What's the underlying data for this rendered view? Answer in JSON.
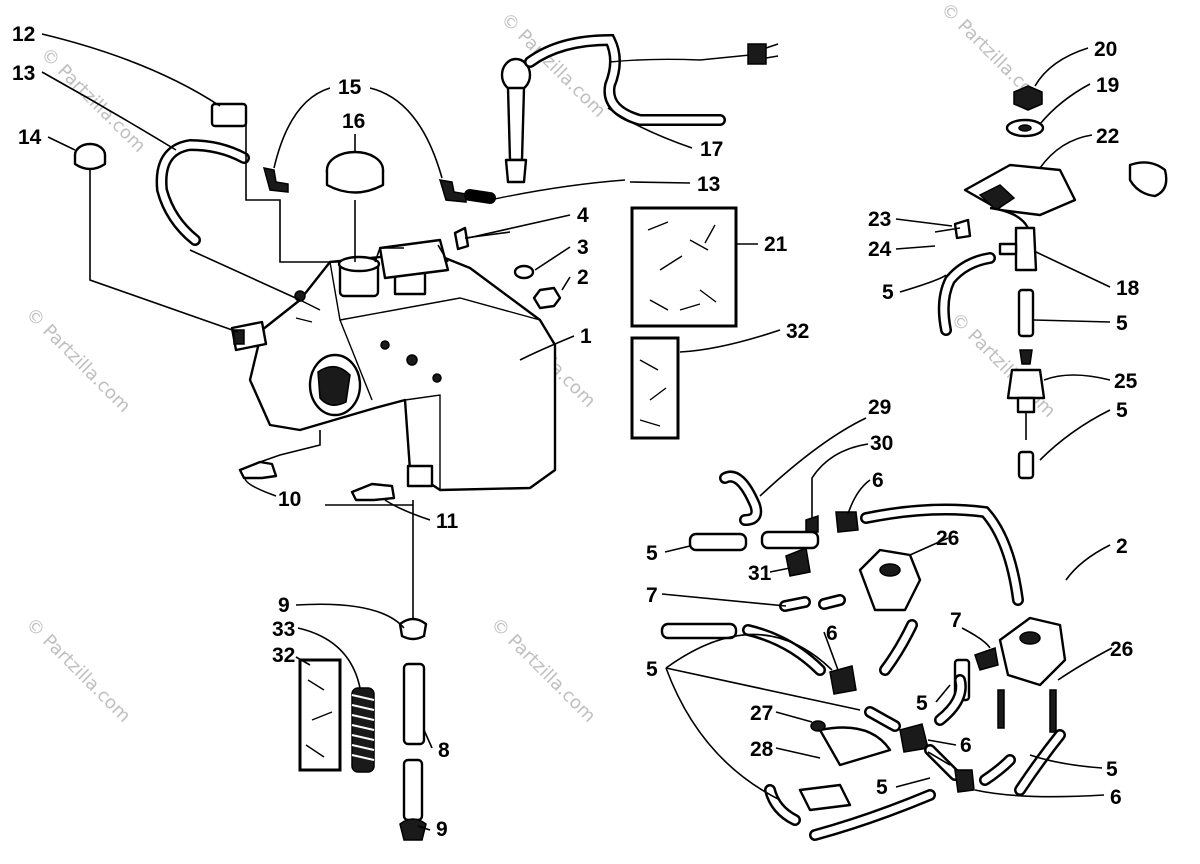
{
  "watermark": "© Partzilla.com",
  "callouts": {
    "c1": "1",
    "c2a": "2",
    "c2b": "2",
    "c3": "3",
    "c4": "4",
    "c5a": "5",
    "c5b": "5",
    "c5c": "5",
    "c5d": "5",
    "c5e": "5",
    "c5f": "5",
    "c5g": "5",
    "c5h": "5",
    "c6a": "6",
    "c6b": "6",
    "c6c": "6",
    "c6d": "6",
    "c7a": "7",
    "c7b": "7",
    "c8": "8",
    "c9a": "9",
    "c9b": "9",
    "c10": "10",
    "c11": "11",
    "c12": "12",
    "c13a": "13",
    "c13b": "13",
    "c14": "14",
    "c15": "15",
    "c16": "16",
    "c17": "17",
    "c18": "18",
    "c19": "19",
    "c20": "20",
    "c21": "21",
    "c22": "22",
    "c23": "23",
    "c24": "24",
    "c25": "25",
    "c26a": "26",
    "c26b": "26",
    "c27": "27",
    "c28": "28",
    "c29": "29",
    "c30": "30",
    "c31": "31",
    "c32a": "32",
    "c32b": "32",
    "c33": "33"
  }
}
